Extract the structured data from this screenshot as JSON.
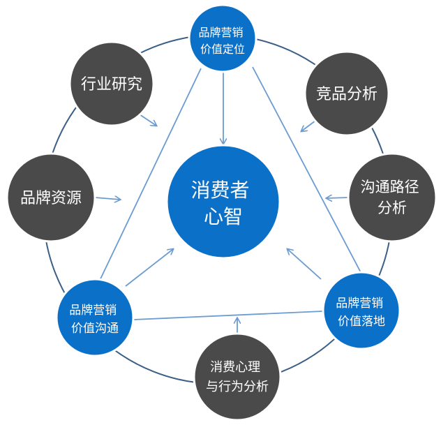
{
  "center": {
    "lines": [
      "消费者",
      "心智"
    ]
  },
  "blue_nodes": [
    {
      "id": "top",
      "lines": [
        "品牌营销",
        "价值定位"
      ]
    },
    {
      "id": "left",
      "lines": [
        "品牌营销",
        "价值沟通"
      ]
    },
    {
      "id": "right",
      "lines": [
        "品牌营销",
        "价值落地"
      ]
    }
  ],
  "grey_nodes": [
    {
      "id": "industry",
      "lines": [
        "行业研究"
      ]
    },
    {
      "id": "competitor",
      "lines": [
        "竞品分析"
      ]
    },
    {
      "id": "brand-resource",
      "lines": [
        "品牌资源"
      ]
    },
    {
      "id": "channel",
      "lines": [
        "沟通路径",
        "分析"
      ]
    },
    {
      "id": "consumer",
      "lines": [
        "消费心理",
        "与行为分析"
      ]
    }
  ],
  "colors": {
    "blue_fill": "#0a70c8",
    "blue_border": "#ffffff",
    "grey_fill": "#4a4a4a",
    "ring": "#3b5f86",
    "link": "#6a9bd1"
  }
}
